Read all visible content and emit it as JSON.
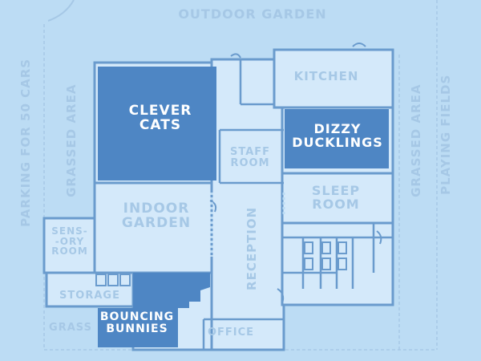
{
  "colors": {
    "background": "#bcdcf4",
    "room_fill": "#d4e9fa",
    "wall": "#6a9bcd",
    "highlight_room": "#4e86c4",
    "faint_text": "#a6c8e6",
    "highlight_text": "#ffffff"
  },
  "outside": {
    "outdoor_garden": "OUTDOOR GARDEN",
    "parking": "PARKING FOR 50 CARS",
    "grassed_area_left": "GRASSED AREA",
    "grassed_area_right": "GRASSED AREA",
    "playing_fields": "PLAYING FIELDS",
    "grass": "GRASS"
  },
  "rooms": {
    "clever_cats": "CLEVER\nCATS",
    "dizzy_ducklings": "DIZZY\nDUCKLINGS",
    "bouncing_bunnies": "BOUNCING\nBUNNIES",
    "kitchen": "KITCHEN",
    "staff_room": "STAFF\nROOM",
    "sleep_room": "SLEEP\nROOM",
    "indoor_garden": "INDOOR\nGARDEN",
    "reception": "RECEPTION",
    "sensory_room": "SENS-\n-ORY\nROOM",
    "storage": "STORAGE",
    "office": "OFFICE"
  }
}
